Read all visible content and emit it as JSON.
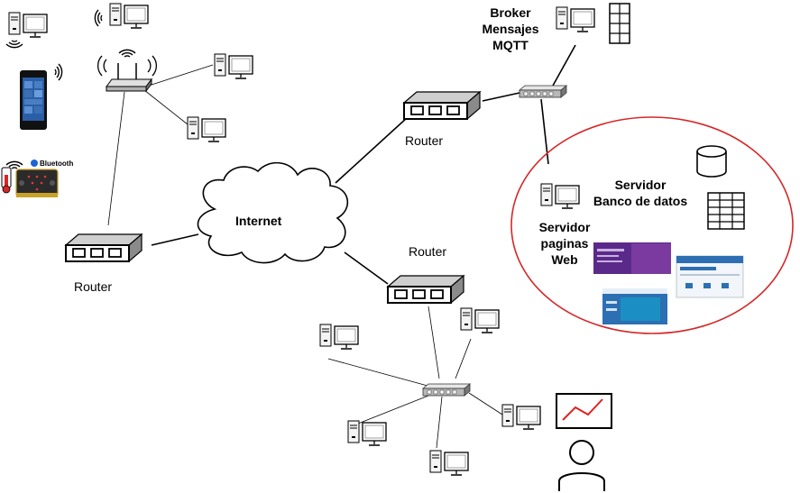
{
  "labels": {
    "internet": "Internet",
    "router_left": "Router",
    "router_top": "Router",
    "router_bottom": "Router",
    "broker": [
      "Broker",
      "Mensajes",
      "MQTT"
    ],
    "db_server": [
      "Servidor",
      "Banco de datos"
    ],
    "web_server": [
      "Servidor",
      "paginas",
      "Web"
    ],
    "bluetooth": "Bluetooth"
  },
  "icons": {
    "computer": "desktop-computer-icon",
    "router": "router-icon",
    "switch": "network-switch-icon",
    "access_point": "wireless-access-point-icon",
    "phone": "smartphone-icon",
    "microbit": "microbit-board-icon",
    "database": "database-icon",
    "user": "user-icon",
    "chart": "line-chart-icon"
  },
  "colors": {
    "line": "#000000",
    "server_group_outline": "#d62728",
    "chart_line": "#e02020",
    "webpage_purple": "#5a2a8a",
    "webpage_blue": "#2d6fb3"
  }
}
